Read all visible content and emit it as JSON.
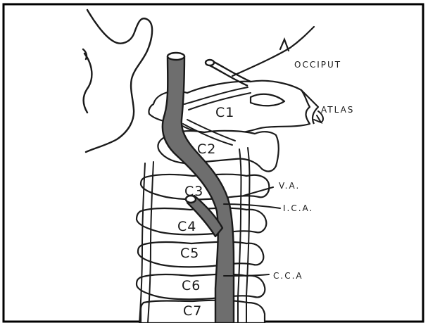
{
  "figure": {
    "vertebrae": [
      "C1",
      "C2",
      "C3",
      "C4",
      "C5",
      "C6",
      "C7"
    ],
    "annotations": {
      "occiput": "OCCIPUT",
      "atlas": "ATLAS",
      "vertebral_artery": "V.A.",
      "internal_carotid": "I.C.A.",
      "common_carotid": "C.C.A"
    },
    "colors": {
      "ink": "#1a1a1a",
      "artery": "#6e6e6e",
      "background": "#ffffff"
    }
  }
}
